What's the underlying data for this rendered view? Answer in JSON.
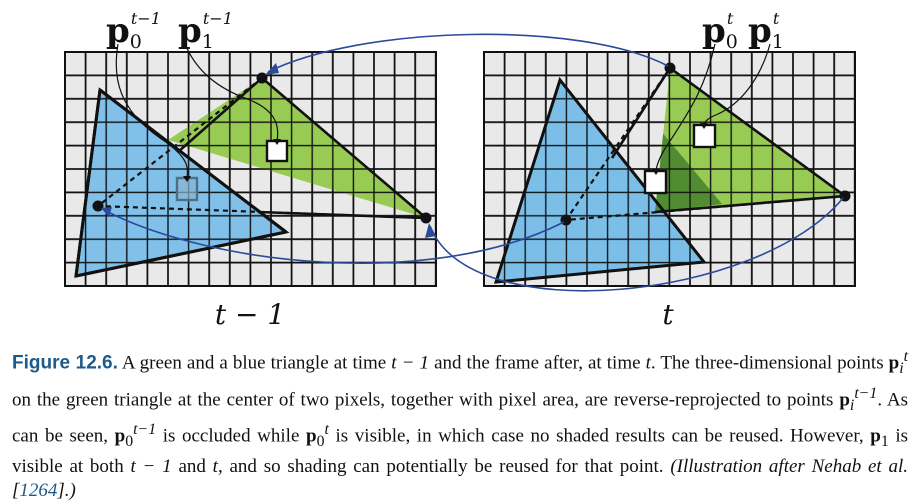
{
  "figure": {
    "labels": {
      "left_frame": "t − 1",
      "right_frame": "t",
      "p0_prev": {
        "base": "p",
        "sub": "0",
        "sup": "t−1"
      },
      "p1_prev": {
        "base": "p",
        "sub": "1",
        "sup": "t−1"
      },
      "p0_curr": {
        "base": "p",
        "sub": "0",
        "sup": "t"
      },
      "p1_curr": {
        "base": "p",
        "sub": "1",
        "sup": "t"
      }
    },
    "colors": {
      "green_triangle": "#8cc63f",
      "blue_triangle": "#6fb9e8",
      "occluded_shade": "#3e7a2a",
      "arrow": "#2b4a9a",
      "grid_fill": "#e9e9e9",
      "caption_accent": "#1d5a8c"
    }
  },
  "caption": {
    "label": "Figure 12.6.",
    "s1": "A green and a blue triangle at time",
    "s1_math": "t − 1",
    "s2": "and the frame after, at time",
    "s2_math": "t",
    "s3": ". The three-dimensional points",
    "s4": "on the green triangle at the center of two pixels, together with pixel area, are reverse-reprojected to points",
    "s5": ". As can be seen,",
    "s6": "is occluded while",
    "s7": "is visible, in which case no shaded results can be reused. However,",
    "s8": "is visible at both",
    "s8_math": "t − 1",
    "s9": "and",
    "s9_math": "t",
    "s10": ", and so shading can potentially be reused for that point.",
    "s11": "(Illustration after Nehab et al. [",
    "cite": "1264",
    "s12": "].)",
    "p": "p",
    "sub_i": "i",
    "sub_0": "0",
    "sub_1": "1",
    "sup_t": "t",
    "sup_tm1": "t−1"
  }
}
